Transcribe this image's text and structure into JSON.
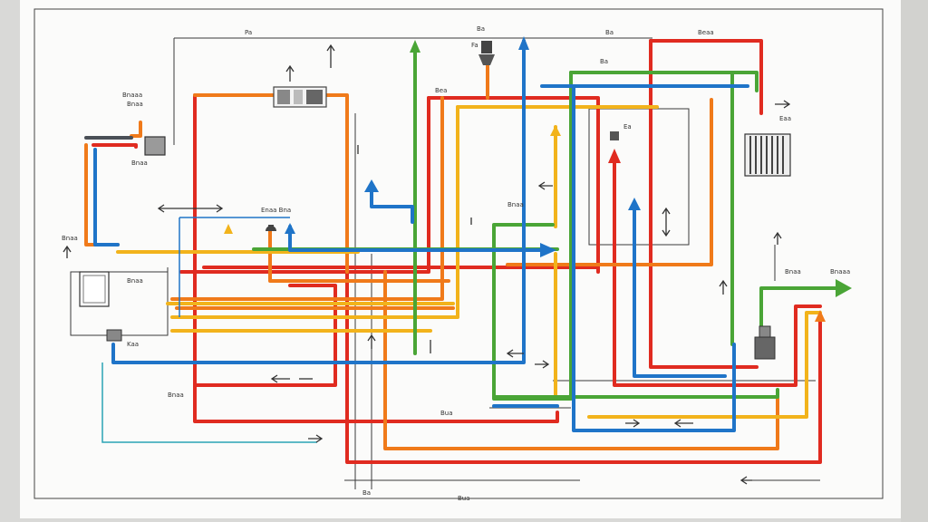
{
  "palette": {
    "red": "#e02b20",
    "orange": "#f07a1a",
    "yellow": "#f2b31b",
    "green": "#4aa536",
    "blue": "#1f74c8",
    "teal": "#2aa3b5",
    "grey": "#4a4f56",
    "ink": "#3a3a3a",
    "paper": "#fbfbfa"
  },
  "labels": {
    "top_a": "Pa",
    "top_b": "Fa",
    "top_c": "Ba",
    "top_right": "Ba",
    "right_top": "Beaa",
    "upper_mid": "Bea",
    "right_mid": "Ba",
    "center_small": "Ea",
    "left_top_1": "Bnaaa",
    "left_top_2": "Bnaa",
    "left_box": "Bnaa",
    "left_side": "Bnaa",
    "mid_left_1": "Enaa Bna",
    "mid_left_2": "Bnaa",
    "right_node": "Eaa",
    "right_box": "Bnaa",
    "right_far": "Bnaaa",
    "left_lower": "Kaa",
    "bottom_left": "Bnaa",
    "bottom_mid": "Bua",
    "bottom_b": "Ba",
    "bottom_c": "Bua"
  }
}
